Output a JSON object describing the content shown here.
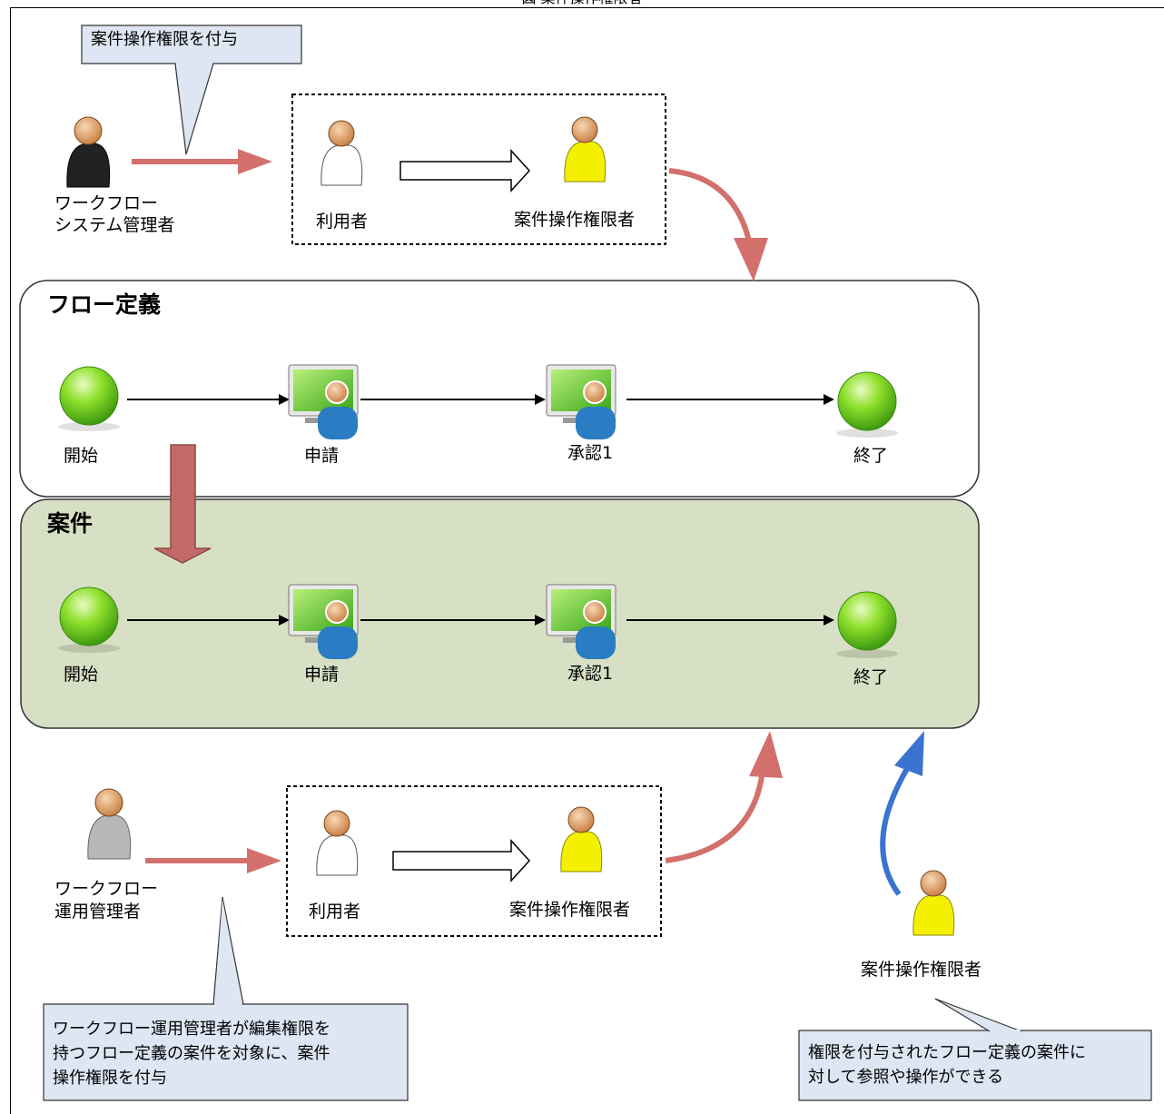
{
  "title": "図 案件操作権限者",
  "top": {
    "callout": "案件操作権限を付与",
    "admin_label": [
      "ワークフロー",
      "システム管理者"
    ],
    "box_user_label": "利用者",
    "box_operator_label": "案件操作権限者"
  },
  "flow_definition": {
    "title": "フロー定義",
    "nodes": [
      "開始",
      "申請",
      "承認1",
      "終了"
    ]
  },
  "case": {
    "title": "案件",
    "nodes": [
      "開始",
      "申請",
      "承認1",
      "終了"
    ]
  },
  "bottom": {
    "admin_label": [
      "ワークフロー",
      "運用管理者"
    ],
    "box_user_label": "利用者",
    "box_operator_label": "案件操作権限者",
    "callout": [
      "ワークフロー運用管理者が編集権限を",
      "持つフロー定義の案件を対象に、案件",
      "操作権限を付与"
    ]
  },
  "right": {
    "operator_label": "案件操作権限者",
    "callout": [
      "権限を付与されたフロー定義の案件に",
      "対して参照や操作ができる"
    ]
  },
  "colors": {
    "case_panel": "#d7dfc4",
    "red_arrow": "#d4706c",
    "blue_arrow": "#3a74cf",
    "callout_fill": "#dde6f2",
    "green_node": "#7ed321",
    "operator_yellow": "#f5f000"
  }
}
